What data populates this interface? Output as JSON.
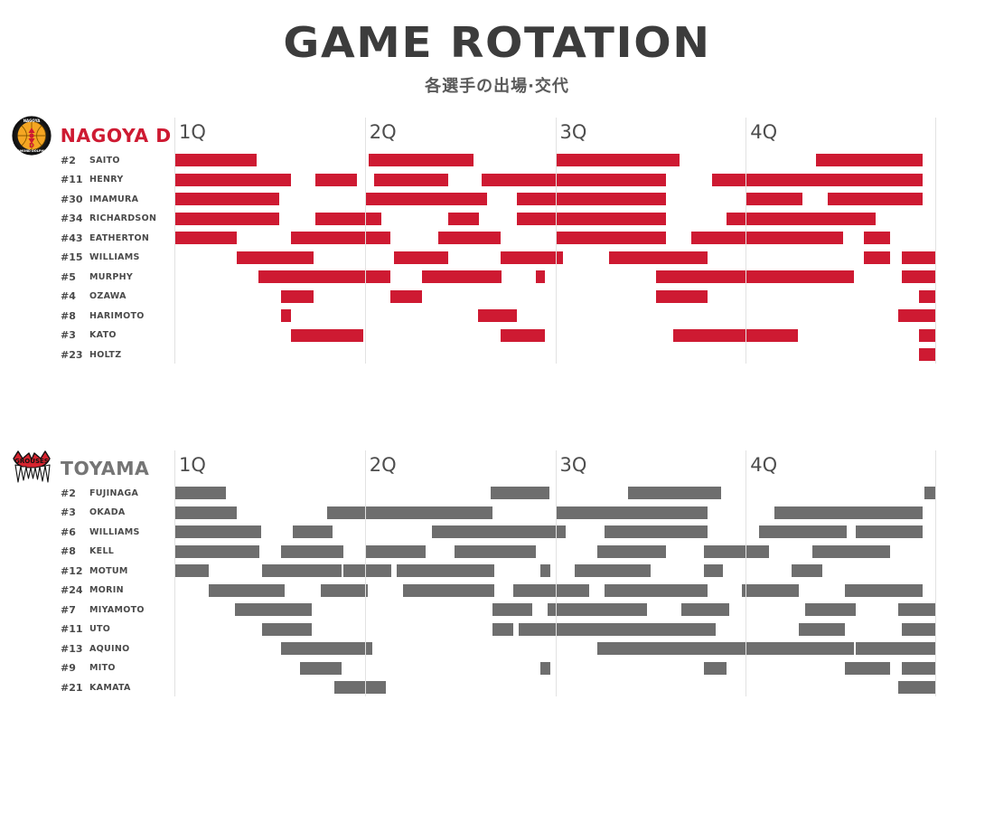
{
  "header": {
    "title": "GAME ROTATION",
    "subtitle": "各選手の出場·交代"
  },
  "axis": {
    "quarters": [
      "1Q",
      "2Q",
      "3Q",
      "4Q"
    ]
  },
  "colors": {
    "nagoya": "#CE1A32",
    "toyama": "#6E6E6E",
    "gridline": "#e2e2e2",
    "title": "#3c3c3c"
  },
  "teams": [
    {
      "id": "nagoya",
      "name": "NAGOYA D",
      "logo": "nagoya-diamond-dolphins-logo",
      "color": "#CE1A32",
      "players": [
        {
          "number": "#2",
          "name": "SAITO",
          "segments": [
            [
              0.0,
              10.8
            ],
            [
              25.5,
              39.3
            ],
            [
              50.0,
              66.3
            ],
            [
              84.2,
              98.2
            ]
          ]
        },
        {
          "number": "#11",
          "name": "HENRY",
          "segments": [
            [
              0.0,
              15.3
            ],
            [
              18.5,
              24.0
            ],
            [
              26.2,
              36.0
            ],
            [
              40.3,
              64.5
            ],
            [
              70.6,
              98.2
            ]
          ]
        },
        {
          "number": "#30",
          "name": "IMAMURA",
          "segments": [
            [
              0.0,
              13.8
            ],
            [
              25.0,
              41.0
            ],
            [
              45.0,
              64.5
            ],
            [
              75.0,
              82.5
            ],
            [
              85.8,
              98.2
            ]
          ]
        },
        {
          "number": "#34",
          "name": "RICHARDSON",
          "segments": [
            [
              0.0,
              13.8
            ],
            [
              18.5,
              27.2
            ],
            [
              36.0,
              40.0
            ],
            [
              45.0,
              64.5
            ],
            [
              72.5,
              92.0
            ]
          ]
        },
        {
          "number": "#43",
          "name": "EATHERTON",
          "segments": [
            [
              0.0,
              8.2
            ],
            [
              15.3,
              28.3
            ],
            [
              34.6,
              42.8
            ],
            [
              50.0,
              64.5
            ],
            [
              67.8,
              87.8
            ],
            [
              90.5,
              94.0
            ]
          ]
        },
        {
          "number": "#15",
          "name": "WILLIAMS",
          "segments": [
            [
              8.2,
              18.3
            ],
            [
              28.8,
              36.0
            ],
            [
              42.8,
              51.0
            ],
            [
              57.0,
              70.0
            ],
            [
              90.5,
              94.0
            ],
            [
              95.5,
              100.0
            ]
          ]
        },
        {
          "number": "#5",
          "name": "MURPHY",
          "segments": [
            [
              11.0,
              28.3
            ],
            [
              32.5,
              43.0
            ],
            [
              47.5,
              48.6
            ],
            [
              63.2,
              89.2
            ],
            [
              95.5,
              100.0
            ]
          ]
        },
        {
          "number": "#4",
          "name": "OZAWA",
          "segments": [
            [
              14.0,
              18.3
            ],
            [
              28.3,
              32.5
            ],
            [
              63.2,
              70.0
            ],
            [
              97.8,
              100.0
            ]
          ]
        },
        {
          "number": "#8",
          "name": "HARIMOTO",
          "segments": [
            [
              14.0,
              15.3
            ],
            [
              39.8,
              45.0
            ],
            [
              95.0,
              100.0
            ]
          ]
        },
        {
          "number": "#3",
          "name": "KATO",
          "segments": [
            [
              15.3,
              24.8
            ],
            [
              42.8,
              48.6
            ],
            [
              65.5,
              81.8
            ],
            [
              97.8,
              100.0
            ]
          ]
        },
        {
          "number": "#23",
          "name": "HOLTZ",
          "segments": [
            [
              97.8,
              100.0
            ]
          ]
        }
      ]
    },
    {
      "id": "toyama",
      "name": "TOYAMA",
      "logo": "toyama-grouses-logo",
      "color": "#6E6E6E",
      "players": [
        {
          "number": "#2",
          "name": "FUJINAGA",
          "segments": [
            [
              0.0,
              6.8
            ],
            [
              41.5,
              49.2
            ],
            [
              59.5,
              71.8
            ],
            [
              98.5,
              100.0
            ]
          ]
        },
        {
          "number": "#3",
          "name": "OKADA",
          "segments": [
            [
              0.0,
              8.2
            ],
            [
              20.0,
              41.8
            ],
            [
              50.0,
              70.0
            ],
            [
              78.8,
              98.2
            ]
          ]
        },
        {
          "number": "#6",
          "name": "WILLIAMS",
          "segments": [
            [
              0.0,
              11.4
            ],
            [
              15.5,
              20.8
            ],
            [
              33.8,
              51.4
            ],
            [
              56.5,
              70.0
            ],
            [
              76.8,
              88.2
            ],
            [
              89.5,
              98.2
            ]
          ]
        },
        {
          "number": "#8",
          "name": "KELL",
          "segments": [
            [
              0.0,
              11.2
            ],
            [
              14.0,
              22.2
            ],
            [
              25.0,
              33.0
            ],
            [
              36.8,
              47.5
            ],
            [
              55.5,
              64.5
            ],
            [
              69.5,
              78.0
            ],
            [
              83.8,
              94.0
            ]
          ]
        },
        {
          "number": "#12",
          "name": "MOTUM",
          "segments": [
            [
              0.0,
              4.5
            ],
            [
              11.5,
              22.0
            ],
            [
              22.2,
              28.5
            ],
            [
              29.2,
              42.0
            ],
            [
              48.0,
              49.3
            ],
            [
              52.5,
              62.5
            ],
            [
              69.5,
              72.0
            ],
            [
              81.0,
              85.0
            ]
          ]
        },
        {
          "number": "#24",
          "name": "MORIN",
          "segments": [
            [
              4.5,
              14.5
            ],
            [
              19.2,
              25.4
            ],
            [
              30.0,
              42.0
            ],
            [
              44.5,
              54.5
            ],
            [
              56.5,
              70.0
            ],
            [
              74.5,
              82.0
            ],
            [
              88.0,
              98.2
            ]
          ]
        },
        {
          "number": "#7",
          "name": "MIYAMOTO",
          "segments": [
            [
              8.0,
              18.0
            ],
            [
              41.8,
              47.0
            ],
            [
              49.0,
              62.0
            ],
            [
              66.5,
              72.8
            ],
            [
              82.8,
              89.5
            ],
            [
              95.0,
              100.0
            ]
          ]
        },
        {
          "number": "#11",
          "name": "UTO",
          "segments": [
            [
              11.5,
              18.0
            ],
            [
              41.8,
              44.5
            ],
            [
              45.2,
              71.0
            ],
            [
              82.0,
              88.0
            ],
            [
              95.5,
              100.0
            ]
          ]
        },
        {
          "number": "#13",
          "name": "AQUINO",
          "segments": [
            [
              14.0,
              26.0
            ],
            [
              55.5,
              89.2
            ],
            [
              89.5,
              100.0
            ]
          ]
        },
        {
          "number": "#9",
          "name": "MITO",
          "segments": [
            [
              16.5,
              22.0
            ],
            [
              48.0,
              49.3
            ],
            [
              69.5,
              72.5
            ],
            [
              88.0,
              94.0
            ],
            [
              95.5,
              100.0
            ]
          ]
        },
        {
          "number": "#21",
          "name": "KAMATA",
          "segments": [
            [
              21.0,
              27.8
            ],
            [
              95.0,
              100.0
            ]
          ]
        }
      ]
    }
  ]
}
